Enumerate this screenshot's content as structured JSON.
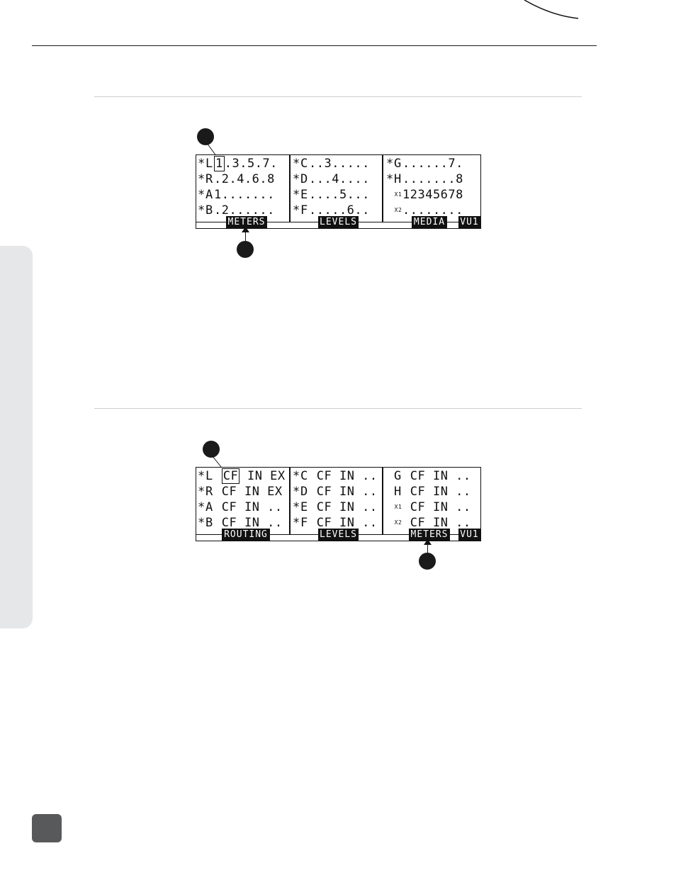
{
  "screen1": {
    "left_panel": {
      "rows": [
        {
          "star": "*",
          "label": "L",
          "sel": "1",
          "rest": ".3.5.7."
        },
        {
          "star": "*",
          "label": "R",
          "sel": "",
          "rest": ".2.4.6.8"
        },
        {
          "star": "*",
          "label": "A",
          "sel": "",
          "rest": "1......."
        },
        {
          "star": "*",
          "label": "B",
          "sel": "",
          "rest": ".2......"
        }
      ]
    },
    "mid_panel": {
      "rows": [
        {
          "star": "*",
          "label": "C",
          "rest": "..3....."
        },
        {
          "star": "*",
          "label": "D",
          "rest": "...4...."
        },
        {
          "star": "*",
          "label": "E",
          "rest": "....5..."
        },
        {
          "star": "*",
          "label": "F",
          "rest": ".....6.."
        }
      ]
    },
    "right_panel": {
      "rows": [
        {
          "star": "*",
          "label": "G",
          "rest": "......7."
        },
        {
          "star": "*",
          "label": "H",
          "rest": ".......8"
        },
        {
          "star": "",
          "label": "X1",
          "rest": "12345678"
        },
        {
          "star": "",
          "label": "X2",
          "rest": "........"
        }
      ]
    },
    "tabs": {
      "t1": "METERS",
      "t2": "LEVELS",
      "t3": "MEDIA",
      "t4": "VU1"
    }
  },
  "screen2": {
    "left_panel": {
      "rows": [
        {
          "star": "*",
          "label": "L",
          "sel": "CF",
          "rest": " IN EX"
        },
        {
          "star": "*",
          "label": "R",
          "sel": "",
          "rest": "CF IN EX"
        },
        {
          "star": "*",
          "label": "A",
          "sel": "",
          "rest": "CF IN .."
        },
        {
          "star": "*",
          "label": "B",
          "sel": "",
          "rest": "CF IN .."
        }
      ]
    },
    "mid_panel": {
      "rows": [
        {
          "star": "*",
          "label": "C",
          "rest": "CF IN .."
        },
        {
          "star": "*",
          "label": "D",
          "rest": "CF IN .."
        },
        {
          "star": "*",
          "label": "E",
          "rest": "CF IN .."
        },
        {
          "star": "*",
          "label": "F",
          "rest": "CF IN .."
        }
      ]
    },
    "right_panel": {
      "rows": [
        {
          "star": "",
          "label": "G",
          "rest": "CF IN .."
        },
        {
          "star": "",
          "label": "H",
          "rest": "CF IN .."
        },
        {
          "star": "",
          "label": "X1",
          "rest": "CF IN .."
        },
        {
          "star": "",
          "label": "X2",
          "rest": "CF IN .."
        }
      ]
    },
    "tabs": {
      "t1": "ROUTING",
      "t2": "LEVELS",
      "t3": "METERS",
      "t4": "VU1"
    }
  }
}
